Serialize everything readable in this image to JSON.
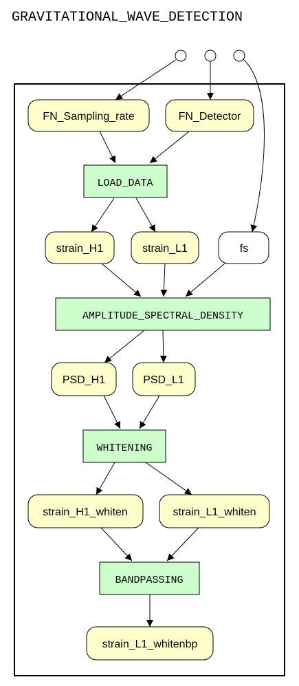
{
  "title": "GRAVITATIONAL_WAVE_DETECTION",
  "inputs": {
    "fn_sampling_rate": "FN_Sampling_rate",
    "fn_detector": "FN_Detector",
    "fs": "fs"
  },
  "steps": {
    "load_data": "LOAD_DATA",
    "amplitude_spectral_density": "AMPLITUDE_SPECTRAL_DENSITY",
    "whitening": "WHITENING",
    "bandpassing": "BANDPASSING"
  },
  "data": {
    "strain_h1": "strain_H1",
    "strain_l1": "strain_L1",
    "psd_h1": "PSD_H1",
    "psd_l1": "PSD_L1",
    "strain_h1_whiten": "strain_H1_whiten",
    "strain_l1_whiten": "strain_L1_whiten",
    "strain_l1_whitenbp": "strain_L1_whitenbp"
  },
  "colors": {
    "data_fill": "#ffffcc",
    "process_fill": "#ccffcc",
    "param_fill": "#ffffff",
    "stroke": "#000000"
  }
}
